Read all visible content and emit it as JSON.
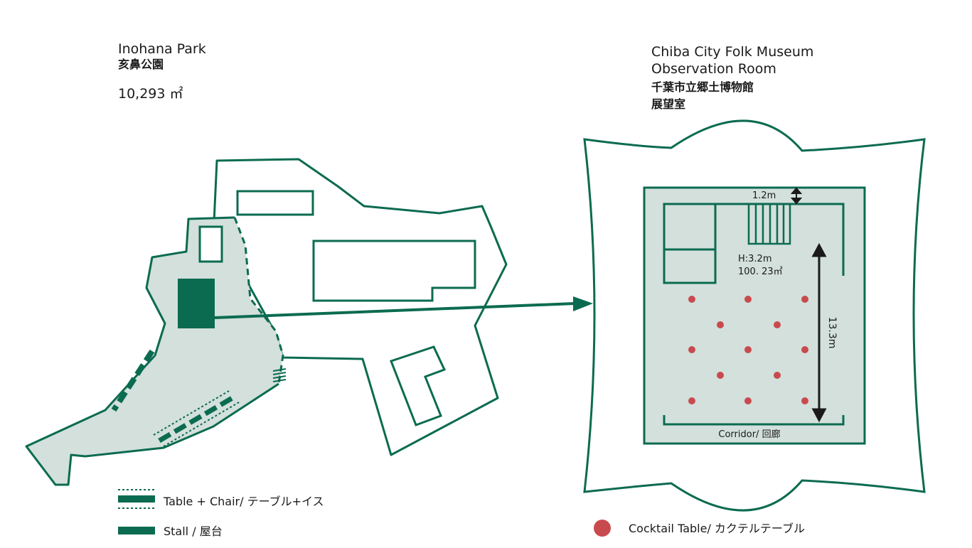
{
  "colors": {
    "green": "#0b6b50",
    "fill": "#d3e0dc",
    "red": "#c94a4e"
  },
  "park": {
    "name_en": "Inohana Park",
    "name_ja": "亥鼻公園",
    "area": "10,293 ㎡"
  },
  "museum": {
    "name_en_line1": "Chiba City Folk Museum",
    "name_en_line2": "Observation Room",
    "name_ja_line1": "千葉市立郷土博物館",
    "name_ja_line2": "展望室"
  },
  "room": {
    "top_width": "1.2m",
    "height": "H:3.2m",
    "area": "100. 23㎡",
    "length": "13.3m",
    "corridor": "Corridor/ 回廊"
  },
  "legend": {
    "table_chair": "Table + Chair/ テーブル+イス",
    "stall": "Stall / 屋台",
    "cocktail": "Cocktail Table/ カクテルテーブル"
  },
  "icons": [
    "arrow-right-icon",
    "double-arrow-icon",
    "stairs-icon"
  ]
}
